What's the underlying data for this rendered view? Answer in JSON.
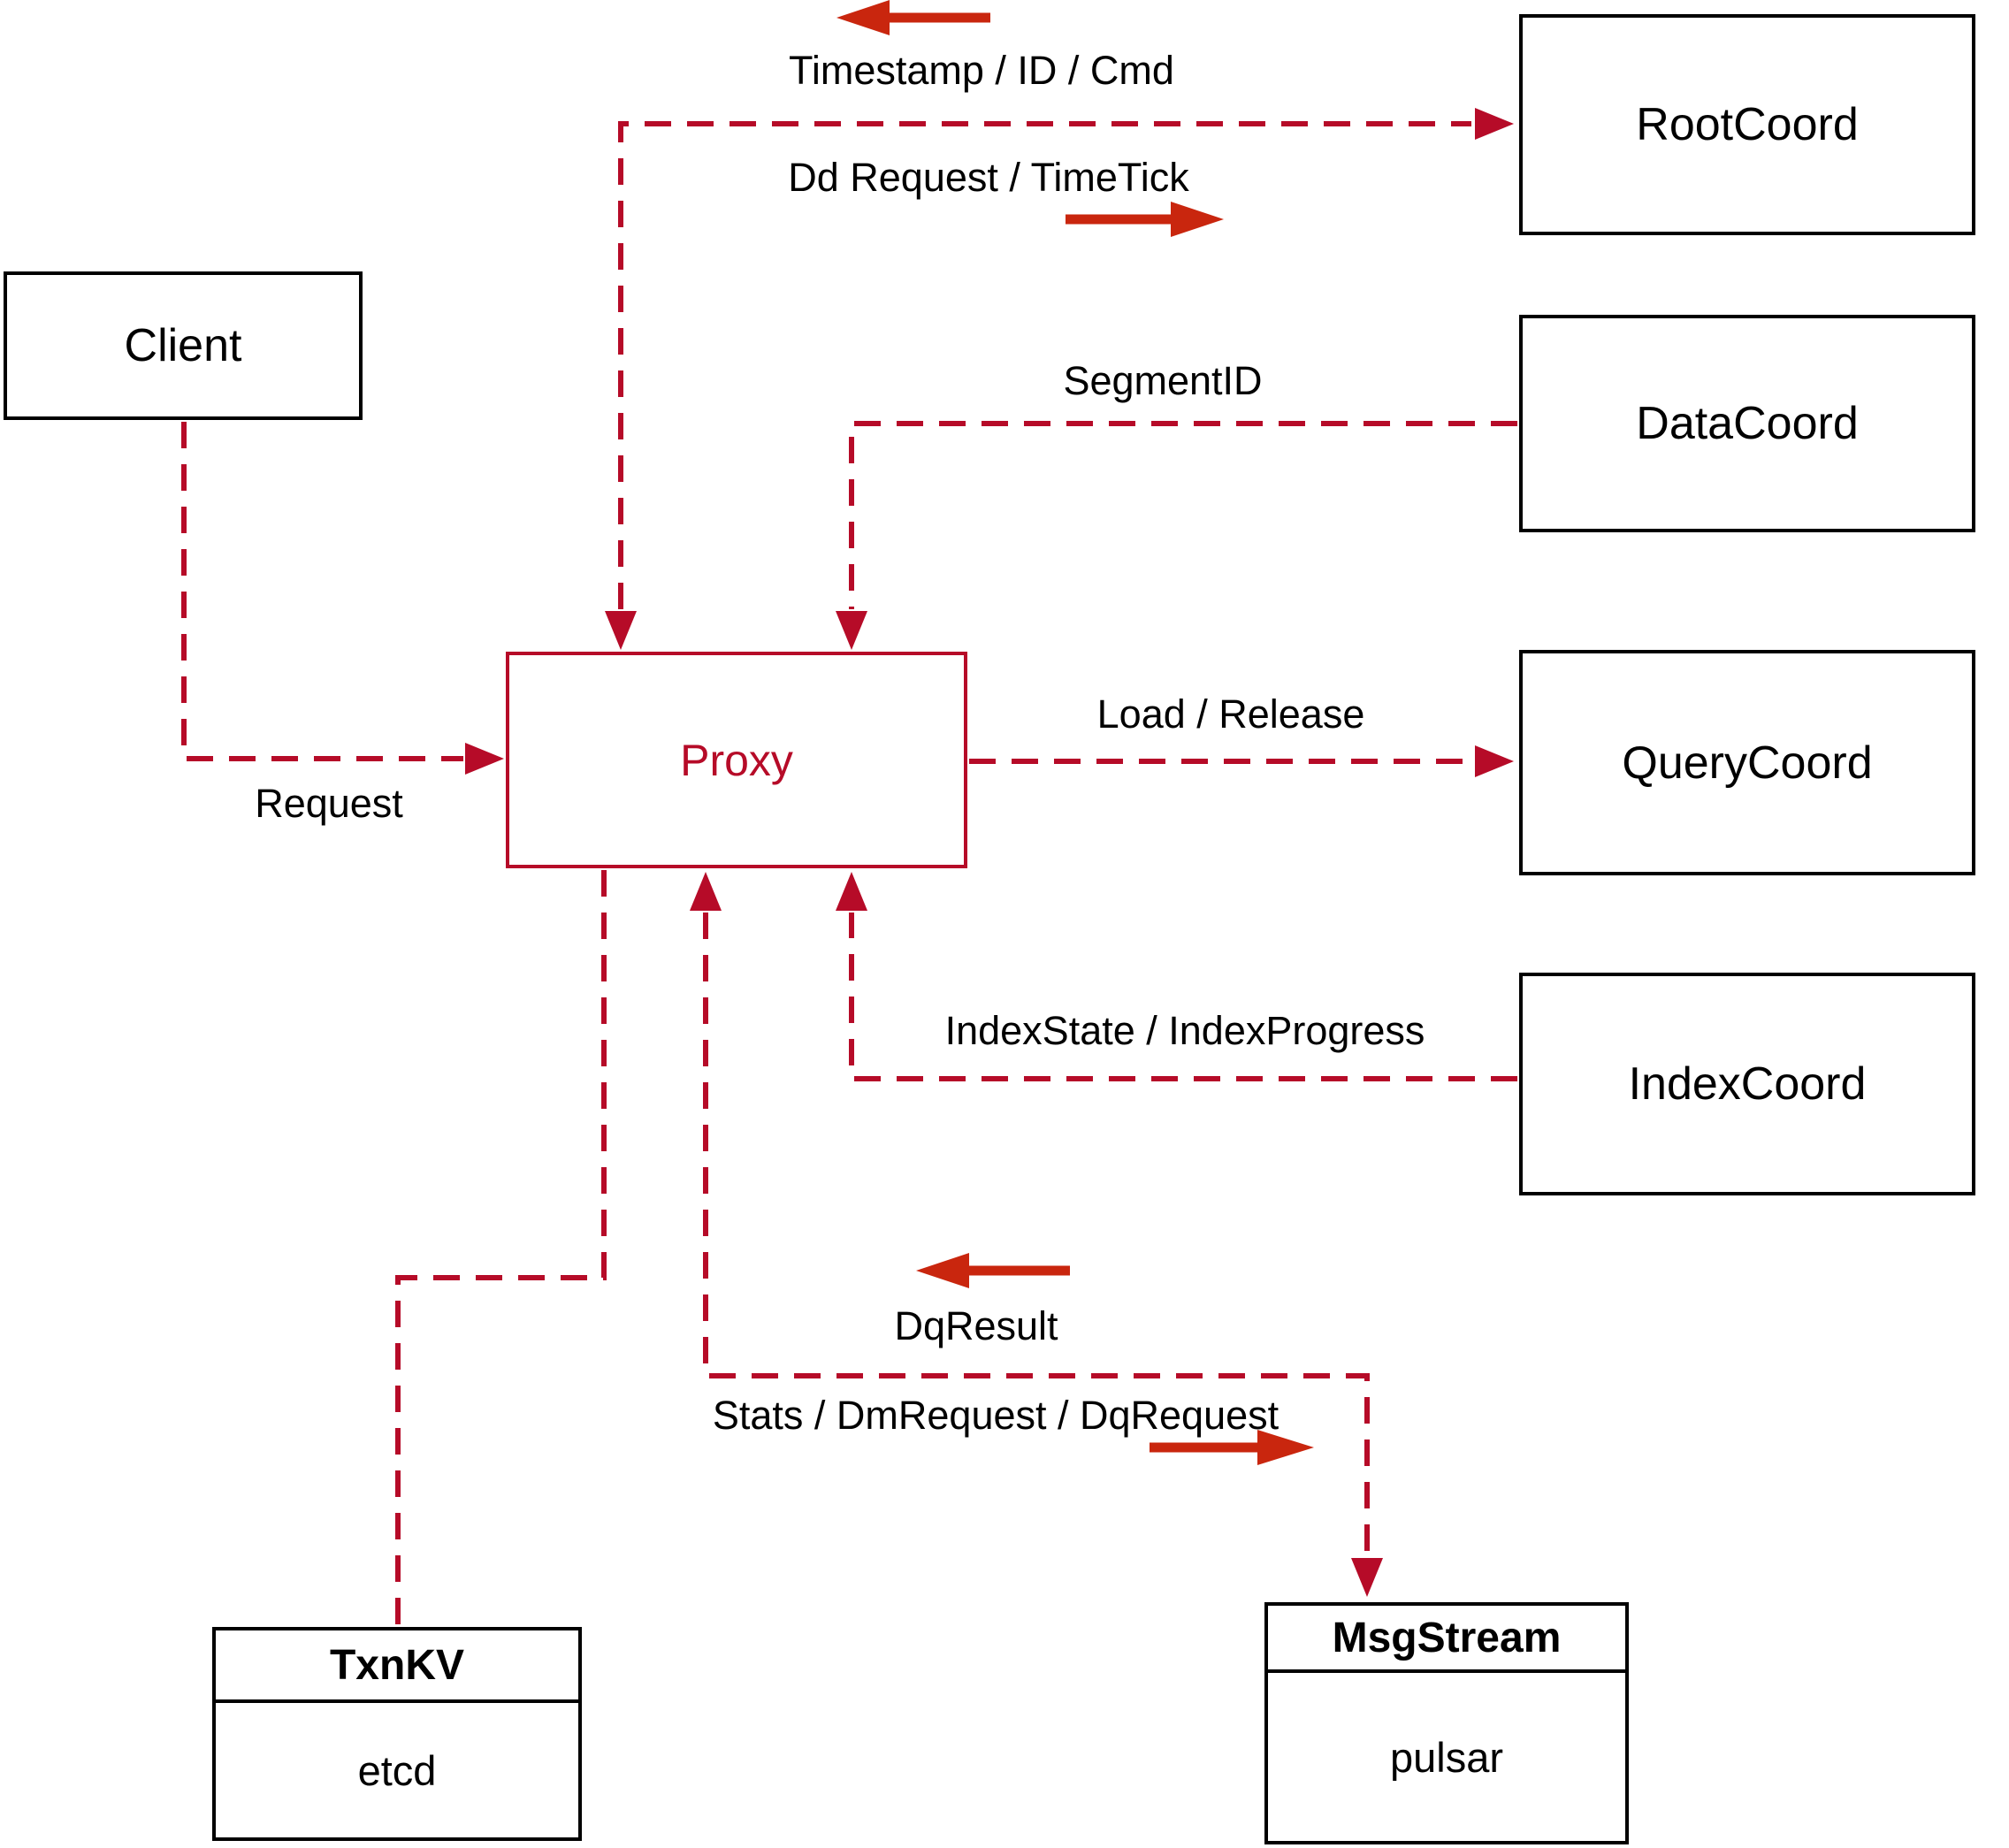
{
  "colors": {
    "connector_red": "#b60b28",
    "arrow_red": "#c9260e",
    "box_border": "#000000",
    "label_text": "#000000",
    "bg": "#ffffff"
  },
  "nodes": {
    "client": {
      "label": "Client"
    },
    "proxy": {
      "label": "Proxy"
    },
    "root_coord": {
      "label": "RootCoord"
    },
    "data_coord": {
      "label": "DataCoord"
    },
    "query_coord": {
      "label": "QueryCoord"
    },
    "index_coord": {
      "label": "IndexCoord"
    },
    "txn_kv": {
      "title": "TxnKV",
      "body": "etcd"
    },
    "msg_stream": {
      "title": "MsgStream",
      "body": "pulsar"
    }
  },
  "edge_labels": {
    "timestamp_id_cmd": "Timestamp / ID / Cmd",
    "dd_request_timetick": "Dd Request / TimeTick",
    "segment_id": "SegmentID",
    "load_release": "Load / Release",
    "request": "Request",
    "index_state_progress": "IndexState / IndexProgress",
    "dq_result": "DqResult",
    "stats_dm_dq": "Stats / DmRequest / DqRequest"
  },
  "edges": [
    {
      "from": "Client",
      "to": "Proxy",
      "label": "Request",
      "style": "dashed",
      "arrow": "into Proxy (right)"
    },
    {
      "from": "Proxy",
      "to": "RootCoord",
      "labels": [
        "Timestamp / ID / Cmd (return)",
        "Dd Request / TimeTick (send)"
      ],
      "style": "dashed",
      "arrow": "both ends"
    },
    {
      "from": "DataCoord",
      "to": "Proxy",
      "label": "SegmentID",
      "style": "dashed",
      "arrow": "into Proxy (down)"
    },
    {
      "from": "Proxy",
      "to": "QueryCoord",
      "label": "Load / Release",
      "style": "dashed",
      "arrow": "into QueryCoord (right)"
    },
    {
      "from": "IndexCoord",
      "to": "Proxy",
      "label": "IndexState / IndexProgress",
      "style": "dashed",
      "arrow": "into Proxy (up)"
    },
    {
      "from": "Proxy",
      "to": "TxnKV",
      "label": "",
      "style": "dashed",
      "arrow": "none"
    },
    {
      "from": "Proxy",
      "to": "MsgStream",
      "labels": [
        "DqResult (return)",
        "Stats / DmRequest / DqRequest (send)"
      ],
      "style": "dashed",
      "arrow": "both ends"
    }
  ]
}
